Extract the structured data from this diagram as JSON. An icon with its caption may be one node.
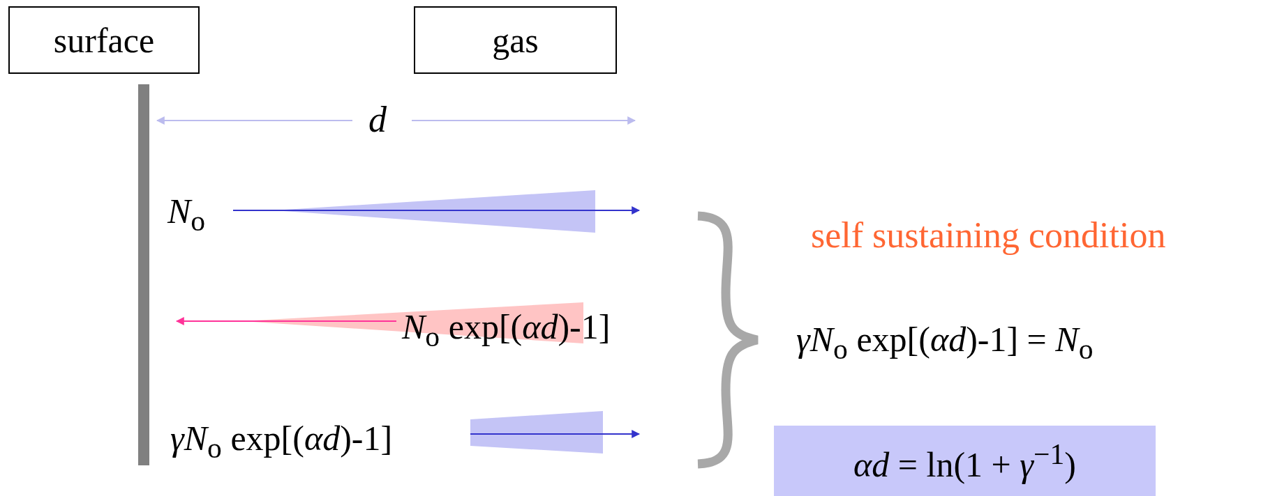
{
  "diagram": {
    "nodes": [
      {
        "text": [
          "surface"
        ]
      },
      {
        "text": [
          "gas"
        ]
      },
      {
        "text": [
          "*αd* = ln(1 + *γ*$^{−1}$)"
        ]
      }
    ],
    "labels": [
      "d",
      "*N*$_{o}$",
      "self sustaining condition",
      "*N*$_{o}$ exp[(*αd*)-1]",
      "*γN*$_{o}$ exp[(*αd*)-1] = *N*$_{o}$",
      "*γN*$_{o}$ exp[(*αd*)-1]"
    ]
  }
}
